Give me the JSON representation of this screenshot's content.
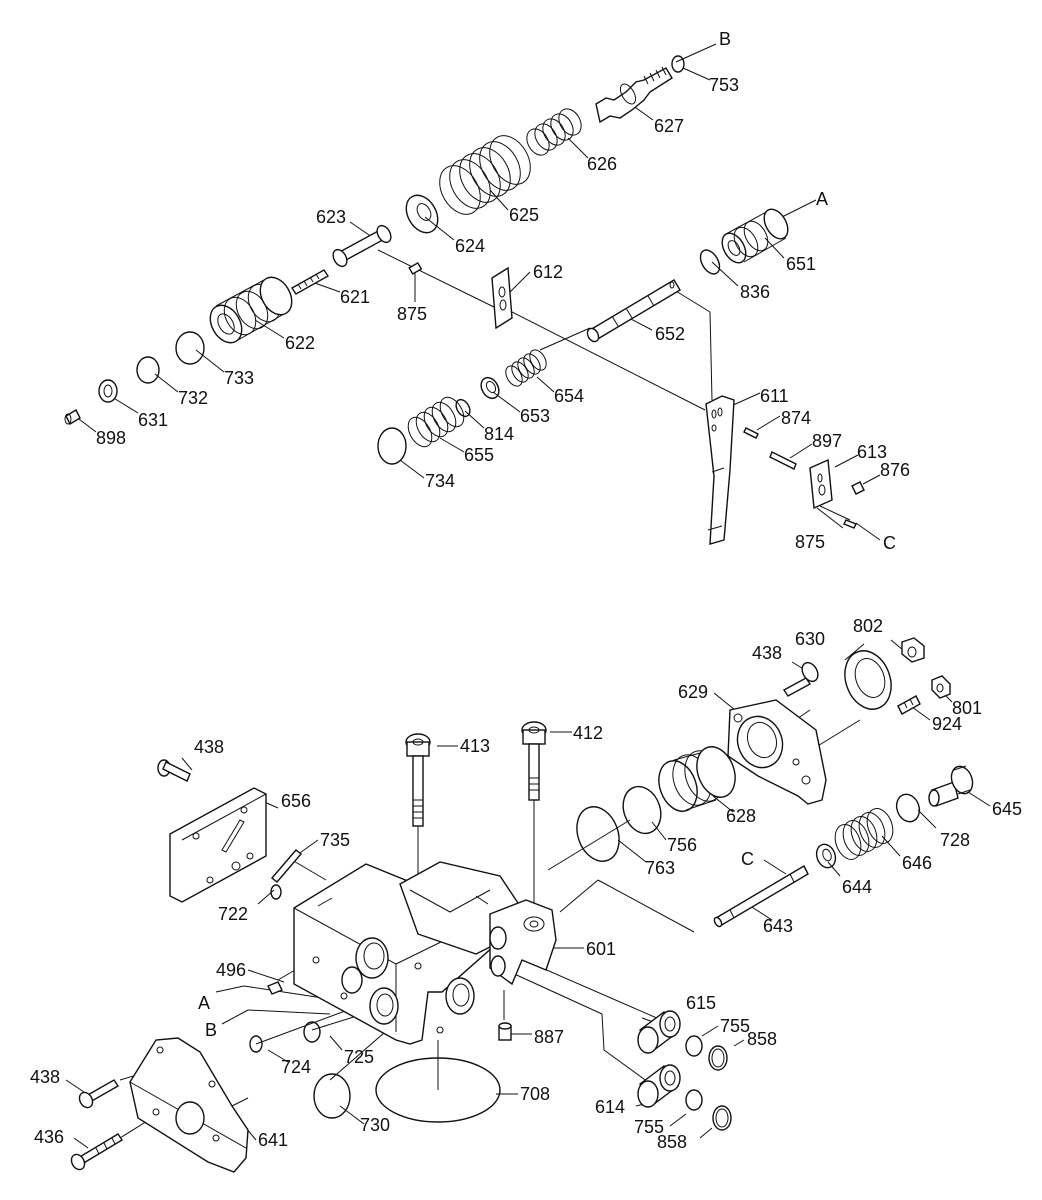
{
  "labels": [
    {
      "id": "l-b-top",
      "text": "B"
    },
    {
      "id": "l-753",
      "text": "753"
    },
    {
      "id": "l-627",
      "text": "627"
    },
    {
      "id": "l-626",
      "text": "626"
    },
    {
      "id": "l-625",
      "text": "625"
    },
    {
      "id": "l-624",
      "text": "624"
    },
    {
      "id": "l-623",
      "text": "623"
    },
    {
      "id": "l-a-top",
      "text": "A"
    },
    {
      "id": "l-651",
      "text": "651"
    },
    {
      "id": "l-836",
      "text": "836"
    },
    {
      "id": "l-612",
      "text": "612"
    },
    {
      "id": "l-621",
      "text": "621"
    },
    {
      "id": "l-875a",
      "text": "875"
    },
    {
      "id": "l-652",
      "text": "652"
    },
    {
      "id": "l-622",
      "text": "622"
    },
    {
      "id": "l-733",
      "text": "733"
    },
    {
      "id": "l-732",
      "text": "732"
    },
    {
      "id": "l-631",
      "text": "631"
    },
    {
      "id": "l-898",
      "text": "898"
    },
    {
      "id": "l-654",
      "text": "654"
    },
    {
      "id": "l-653",
      "text": "653"
    },
    {
      "id": "l-814",
      "text": "814"
    },
    {
      "id": "l-655",
      "text": "655"
    },
    {
      "id": "l-734",
      "text": "734"
    },
    {
      "id": "l-611",
      "text": "611"
    },
    {
      "id": "l-874",
      "text": "874"
    },
    {
      "id": "l-897",
      "text": "897"
    },
    {
      "id": "l-613",
      "text": "613"
    },
    {
      "id": "l-876",
      "text": "876"
    },
    {
      "id": "l-875b",
      "text": "875"
    },
    {
      "id": "l-c-top",
      "text": "C"
    },
    {
      "id": "l-802",
      "text": "802"
    },
    {
      "id": "l-630",
      "text": "630"
    },
    {
      "id": "l-438a",
      "text": "438"
    },
    {
      "id": "l-629",
      "text": "629"
    },
    {
      "id": "l-801",
      "text": "801"
    },
    {
      "id": "l-924",
      "text": "924"
    },
    {
      "id": "l-413",
      "text": "413"
    },
    {
      "id": "l-412",
      "text": "412"
    },
    {
      "id": "l-438b",
      "text": "438"
    },
    {
      "id": "l-656",
      "text": "656"
    },
    {
      "id": "l-735",
      "text": "735"
    },
    {
      "id": "l-628",
      "text": "628"
    },
    {
      "id": "l-645",
      "text": "645"
    },
    {
      "id": "l-756",
      "text": "756"
    },
    {
      "id": "l-728",
      "text": "728"
    },
    {
      "id": "l-763",
      "text": "763"
    },
    {
      "id": "l-646",
      "text": "646"
    },
    {
      "id": "l-c-mid",
      "text": "C"
    },
    {
      "id": "l-644",
      "text": "644"
    },
    {
      "id": "l-722",
      "text": "722"
    },
    {
      "id": "l-643",
      "text": "643"
    },
    {
      "id": "l-601",
      "text": "601"
    },
    {
      "id": "l-496",
      "text": "496"
    },
    {
      "id": "l-a-mid",
      "text": "A"
    },
    {
      "id": "l-b-mid",
      "text": "B"
    },
    {
      "id": "l-615",
      "text": "615"
    },
    {
      "id": "l-755a",
      "text": "755"
    },
    {
      "id": "l-858a",
      "text": "858"
    },
    {
      "id": "l-887",
      "text": "887"
    },
    {
      "id": "l-724",
      "text": "724"
    },
    {
      "id": "l-725",
      "text": "725"
    },
    {
      "id": "l-708",
      "text": "708"
    },
    {
      "id": "l-438c",
      "text": "438"
    },
    {
      "id": "l-614",
      "text": "614"
    },
    {
      "id": "l-730",
      "text": "730"
    },
    {
      "id": "l-755b",
      "text": "755"
    },
    {
      "id": "l-436",
      "text": "436"
    },
    {
      "id": "l-641",
      "text": "641"
    },
    {
      "id": "l-858b",
      "text": "858"
    }
  ]
}
